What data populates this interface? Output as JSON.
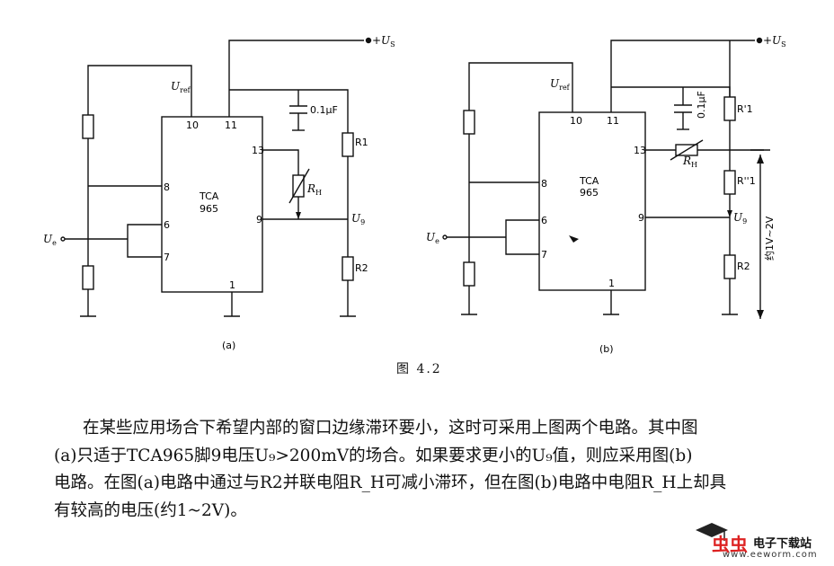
{
  "figure": {
    "caption": "图 4.2",
    "sub_a": "(a)",
    "sub_b": "(b)",
    "ic_name": "TCA",
    "ic_number": "965",
    "pins": {
      "p10": "10",
      "p11": "11",
      "p13": "13",
      "p8": "8",
      "p6": "6",
      "p7": "7",
      "p9": "9",
      "p1": "1"
    },
    "labels": {
      "us": "+U",
      "us_sub": "S",
      "uref": "U",
      "uref_sub": "ref",
      "cap": "0.1μF",
      "r1": "R1",
      "r1p": "R'1",
      "r1pp": "R''1",
      "r2": "R2",
      "rh": "R",
      "rh_sub": "H",
      "u9": "U",
      "u9_sub": "9",
      "ue": "U",
      "ue_sub": "e",
      "range": "约1V~2V"
    }
  },
  "text": {
    "lines": [
      "在某些应用场合下希望内部的窗口边缘滞环要小，这时可采用上图两个电路。其中图",
      "(a)只适于TCA965脚9电压U₉>200mV的场合。如果要求更小的U₉值，则应采用图(b)",
      "电路。在图(a)电路中通过与R2并联电阻R_H可减小滞环，但在图(b)电路中电阻R_H上却具",
      "有较高的电压(约1~2V)。"
    ]
  },
  "logo": {
    "chars": "虫虫",
    "site": "电子下载站",
    "url": "www.eeworm.com"
  }
}
